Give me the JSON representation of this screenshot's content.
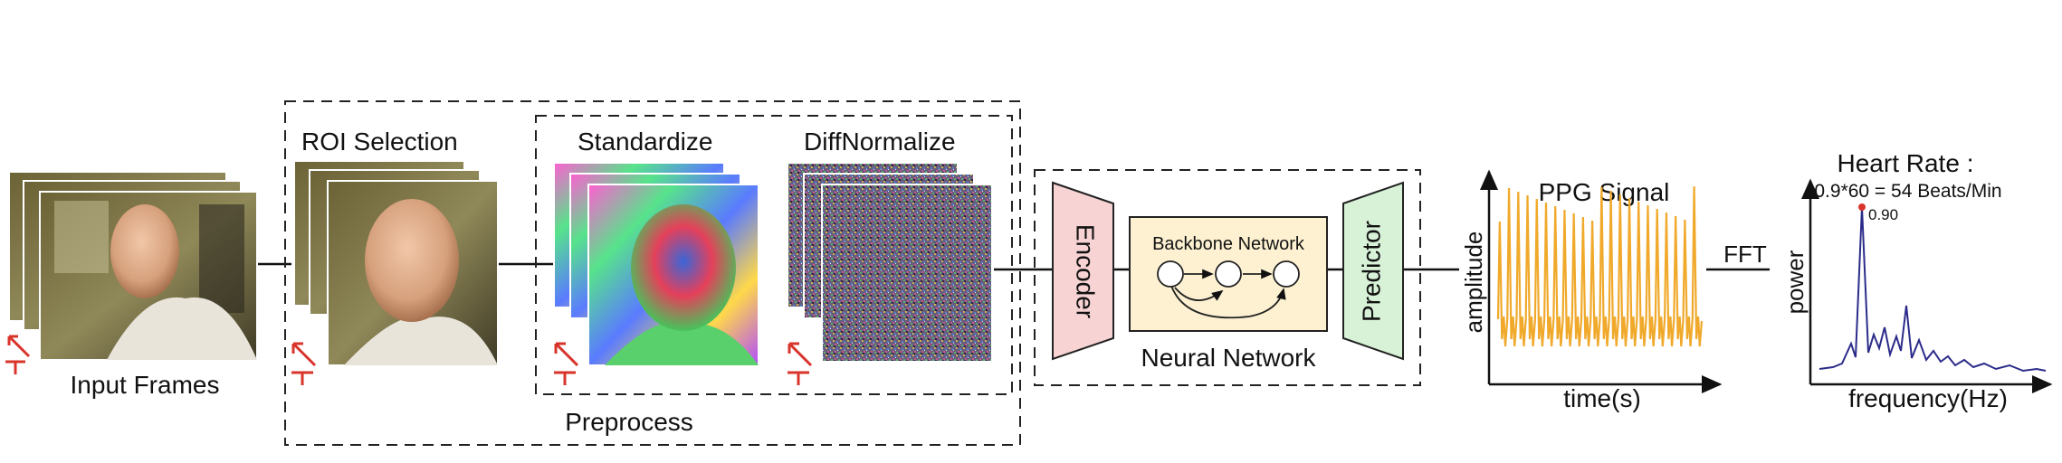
{
  "stages": {
    "input_frames": "Input Frames",
    "roi_selection": "ROI Selection",
    "standardize": "Standardize",
    "diffnormalize": "DiffNormalize",
    "preprocess": "Preprocess",
    "encoder": "Encoder",
    "backbone": "Backbone Network",
    "predictor": "Predictor",
    "neural_network": "Neural Network",
    "ppg_title": "PPG Signal",
    "ppg_ylabel": "amplitude",
    "ppg_xlabel": "time(s)",
    "fft": "FFT",
    "hr_title": "Heart Rate :",
    "hr_formula": "0.9*60 = 54 Beats/Min",
    "psd_ylabel": "power",
    "psd_xlabel": "frequency(Hz)",
    "peak_label": "0.90",
    "time_axis_letter": "T"
  },
  "colors": {
    "encoder_fill": "#f7d3d3",
    "predictor_fill": "#d8f2d8",
    "backbone_fill": "#fdf1d2",
    "ppg_line": "#f0a92a",
    "psd_line": "#2b2b8a",
    "peak_dot": "#d9342b",
    "time_arrow": "#d9342b",
    "dash_box": "#222222"
  }
}
